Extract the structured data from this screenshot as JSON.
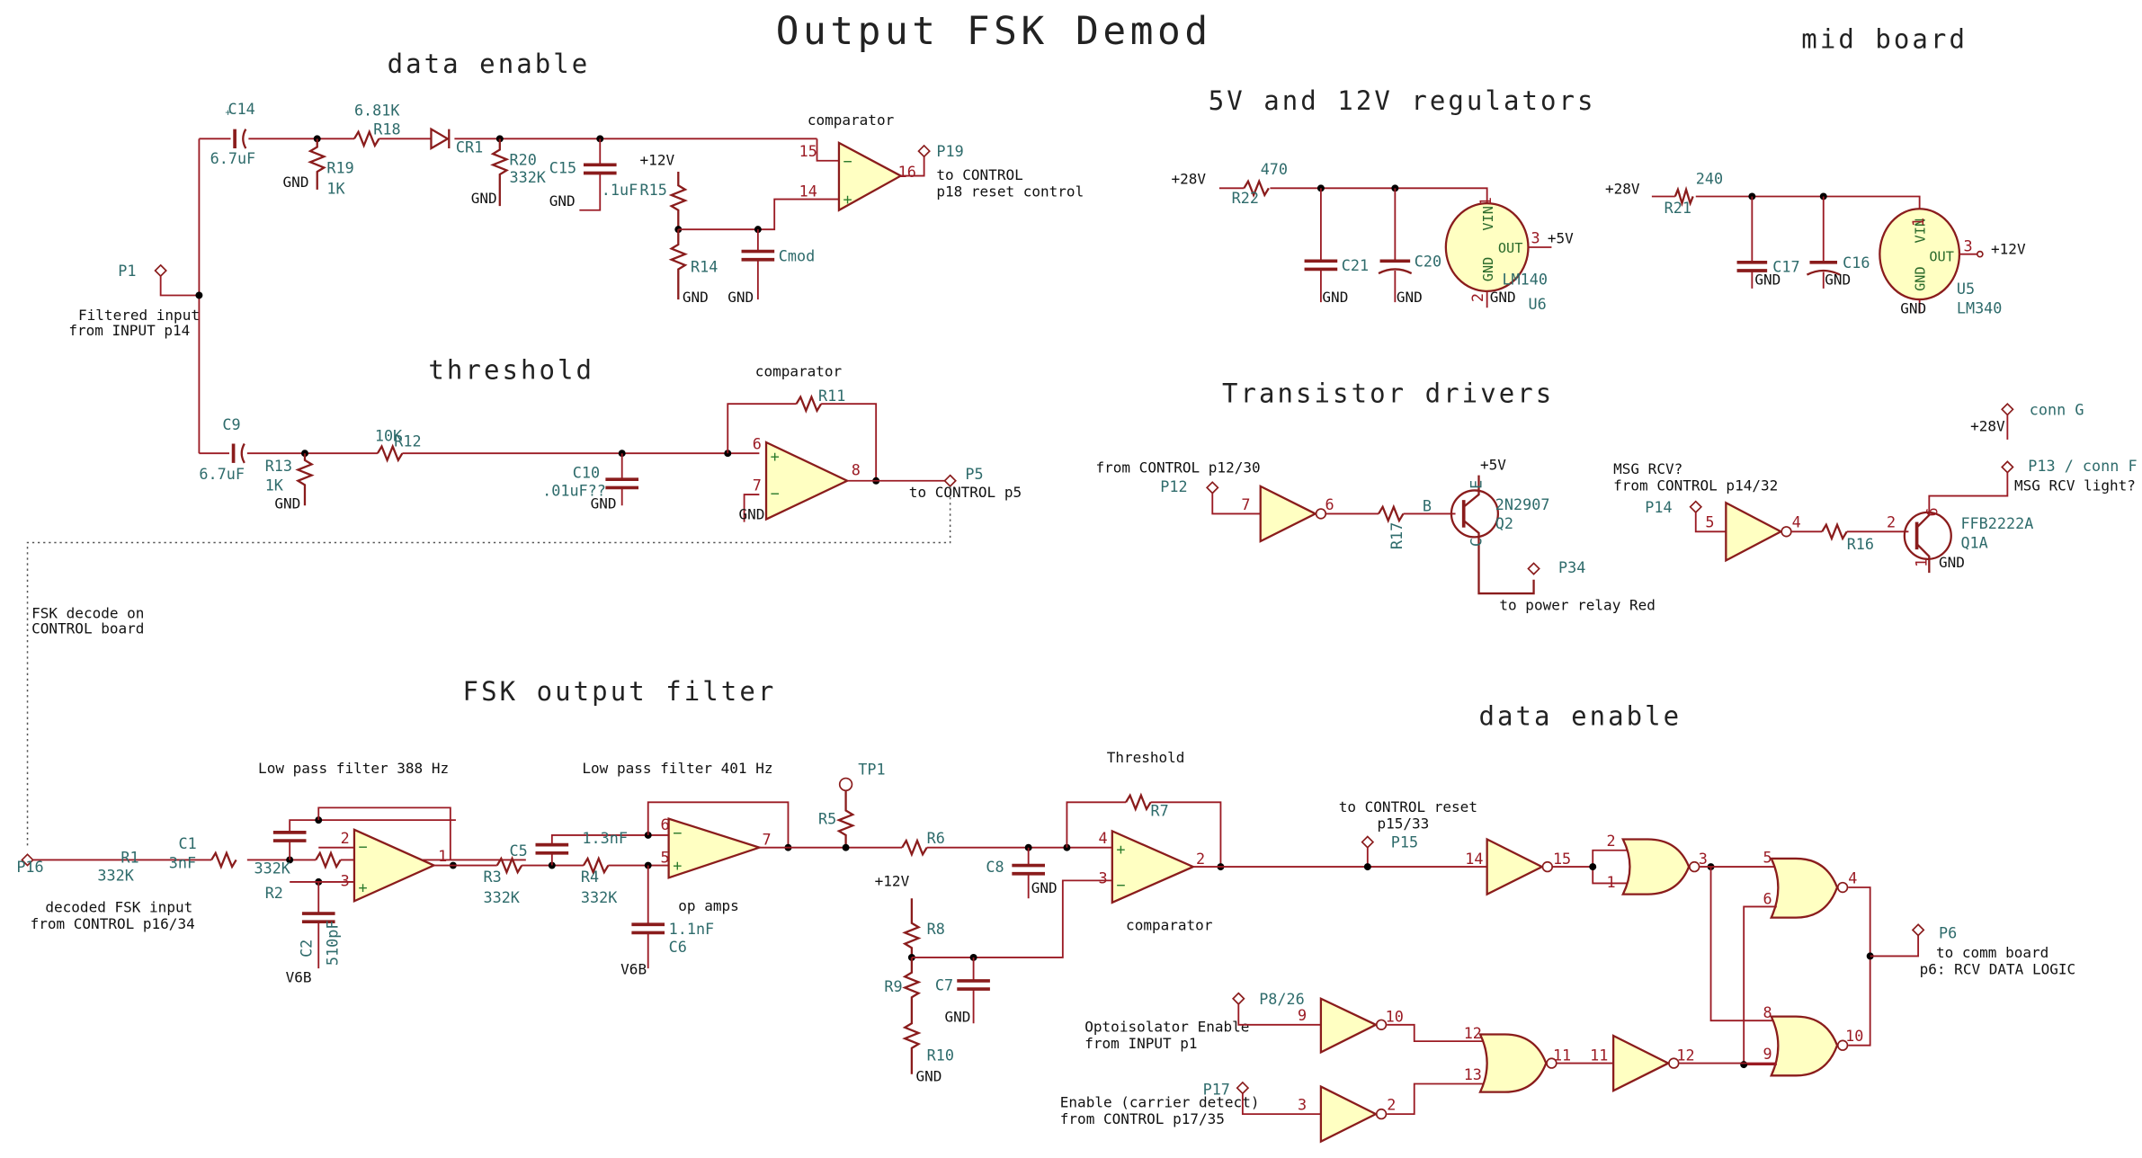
{
  "title": "Output FSK Demod",
  "colors": {
    "wire": "#9b1b24",
    "component_fill": "#ffffc2",
    "reference_text": "#2e6b6b",
    "label_text": "#111111",
    "junction": "#000000"
  },
  "sections": {
    "data_enable_top": "data enable",
    "threshold": "threshold",
    "regulators": "5V and 12V regulators",
    "mid_board": "mid board",
    "transistor_drivers": "Transistor drivers",
    "fsk_output_filter": "FSK output filter",
    "data_enable_bottom": "data enable"
  },
  "data_enable_top": {
    "C14": {
      "ref": "C14",
      "value": "6.7uF"
    },
    "R18": {
      "ref": "R18",
      "value": "6.81K"
    },
    "R19": {
      "ref": "R19",
      "value": "1K"
    },
    "CR1": {
      "ref": "CR1"
    },
    "R20": {
      "ref": "R20",
      "value": "332K"
    },
    "C15": {
      "ref": "C15",
      "value": ".1uF"
    },
    "R15": {
      "ref": "R15"
    },
    "R14": {
      "ref": "R14"
    },
    "Cmod": {
      "ref": "Cmod"
    },
    "supply": "+12V",
    "gnd": "GND",
    "comparator_label": "comparator",
    "pins": {
      "inv": "15",
      "noninv": "14",
      "out": "16"
    },
    "P1": {
      "ref": "P1",
      "note_line1": "Filtered input",
      "note_line2": "from INPUT p14"
    },
    "P19": {
      "ref": "P19",
      "note_line1": "to CONTROL",
      "note_line2": "p18 reset control"
    }
  },
  "threshold": {
    "C9": {
      "ref": "C9",
      "value": "6.7uF"
    },
    "R13": {
      "ref": "R13",
      "value": "1K"
    },
    "R12": {
      "ref": "R12",
      "value": "10K"
    },
    "C10": {
      "ref": "C10",
      "value": ".01uF??"
    },
    "R11": {
      "ref": "R11"
    },
    "comparator_label": "comparator",
    "pins": {
      "noninv": "6",
      "inv": "7",
      "out": "8"
    },
    "gnd": "GND",
    "P5": {
      "ref": "P5",
      "note": "to CONTROL p5"
    },
    "fsk_decode_note_line1": "FSK decode on",
    "fsk_decode_note_line2": "CONTROL board"
  },
  "regulators": {
    "left": {
      "input": "+28V",
      "R": {
        "ref": "R22",
        "value": "470"
      },
      "C_a": "C21",
      "C_b": "C20",
      "reg": {
        "ref": "U6",
        "part": "LM140",
        "vin": "VIN",
        "gnd_pin": "GND",
        "out": "OUT",
        "pin_in": "1",
        "pin_gnd": "2",
        "pin_out": "3"
      },
      "output": "+5V",
      "gnd": "GND"
    },
    "right": {
      "input": "+28V",
      "R": {
        "ref": "R21",
        "value": "240"
      },
      "C_a": "C17",
      "C_b": "C16",
      "reg": {
        "ref": "U5",
        "part": "LM340",
        "vin": "VIN",
        "gnd_pin": "GND",
        "out": "OUT",
        "pin_in": "1",
        "pin_out": "3"
      },
      "output": "+12V",
      "gnd": "GND"
    }
  },
  "transistor_drivers": {
    "left": {
      "source_note": "from CONTROL p12/30",
      "port": "P12",
      "in_pin": "7",
      "out_pin": "6",
      "R": "R17",
      "base": "B",
      "emitter": "E",
      "collector": "C",
      "transistor": {
        "ref": "Q2",
        "part": "2N2907"
      },
      "supply": "+5V",
      "out_port": "P34",
      "out_note": "to power relay Red"
    },
    "right": {
      "source_note_line1": "MSG RCV?",
      "source_note_line2": "from CONTROL p14/32",
      "port": "P14",
      "in_pin": "5",
      "out_pin": "4",
      "R": "R16",
      "base_pin": "2",
      "collector_pin": "6",
      "emitter_pin": "1",
      "transistor": {
        "ref": "Q1A",
        "part": "FFB2222A"
      },
      "gnd": "GND",
      "conn_g": "conn G",
      "supply": "+28V",
      "out_port": "P13 / conn F",
      "out_note": "MSG RCV light?"
    }
  },
  "fsk_output_filter": {
    "P16": {
      "ref": "P16",
      "note_line1": "decoded FSK input",
      "note_line2": "from CONTROL p16/34"
    },
    "lpf1": {
      "label": "Low pass filter 388 Hz",
      "R1": {
        "ref": "R1",
        "value": "332K"
      },
      "C1": {
        "ref": "C1",
        "value": "3nF"
      },
      "R2": {
        "ref": "R2",
        "value": "332K"
      },
      "C2": {
        "ref": "C2",
        "value": "510pF"
      },
      "pins": {
        "inv": "2",
        "noninv": "3",
        "out": "1"
      },
      "ref_rail": "V6B"
    },
    "lpf2": {
      "label": "Low pass filter 401 Hz",
      "R3": {
        "ref": "R3",
        "value": "332K"
      },
      "C5": {
        "ref": "C5",
        "value": "1.3nF"
      },
      "R4": {
        "ref": "R4",
        "value": "332K"
      },
      "C6": {
        "ref": "C6",
        "value": "1.1nF"
      },
      "pins": {
        "inv": "6",
        "noninv": "5",
        "out": "7"
      },
      "ref_rail": "V6B",
      "note": "op amps"
    },
    "TP1": "TP1",
    "R5": "R5",
    "R6": "R6",
    "C8": "C8",
    "R7": "R7",
    "R8": "R8",
    "R9": "R9",
    "R10": "R10",
    "C7": "C7",
    "supply": "+12V",
    "gnd": "GND",
    "threshold_label": "Threshold",
    "comparator_label": "comparator",
    "comp_pins": {
      "noninv": "4",
      "inv": "3",
      "out": "2"
    }
  },
  "data_enable_bottom": {
    "P15": {
      "ref": "P15",
      "note_line1": "to CONTROL reset",
      "note_line2": "p15/33"
    },
    "inv1": {
      "in": "14",
      "out": "15"
    },
    "nor1": {
      "in_a": "2",
      "in_b": "1",
      "out": "3"
    },
    "nor2": {
      "in_a": "5",
      "in_b": "6",
      "out": "4"
    },
    "nor3": {
      "in_a": "8",
      "in_b": "9",
      "out": "10"
    },
    "P6": {
      "ref": "P6",
      "note_line1": "to comm board",
      "note_line2": "p6: RCV DATA LOGIC"
    },
    "P8": {
      "ref": "P8/26",
      "note_line1": "Optoisolator Enable",
      "note_line2": "from INPUT p1"
    },
    "inv2": {
      "in": "9",
      "out": "10"
    },
    "P17": {
      "ref": "P17",
      "note_line1": "Enable (carrier detect)",
      "note_line2": "from CONTROL p17/35"
    },
    "inv3": {
      "in": "3",
      "out": "2"
    },
    "nor4": {
      "in_a": "12",
      "in_b": "13",
      "out": "11"
    },
    "inv4": {
      "in": "11",
      "out": "12"
    }
  }
}
